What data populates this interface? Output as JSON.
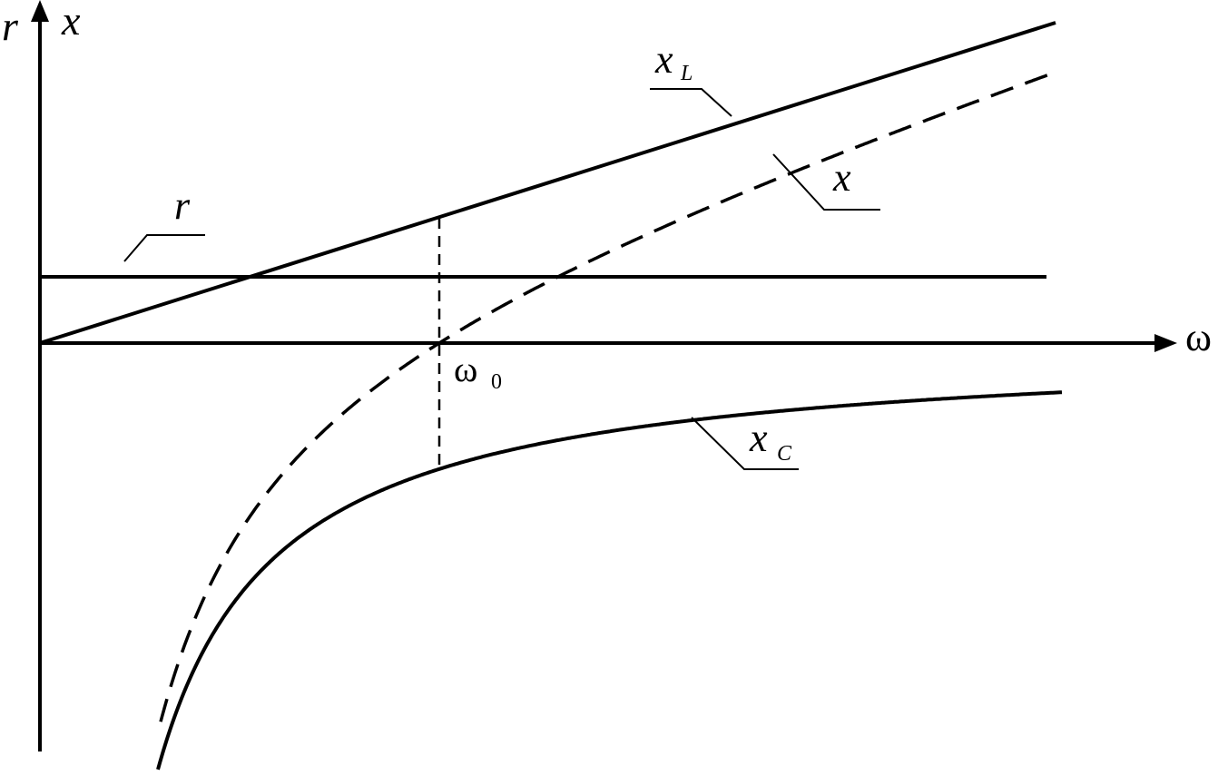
{
  "diagram": {
    "axis_labels": {
      "y_left": "r",
      "y_right": "x",
      "x": "ω"
    },
    "curve_labels": {
      "xL_main": "x",
      "xL_sub": "L",
      "x_total": "x",
      "xC_main": "x",
      "xC_sub": "C",
      "r": "r"
    },
    "resonance_label": {
      "main": "ω",
      "sub": "0"
    },
    "colors": {
      "ink": "#000000",
      "background": "#ffffff"
    }
  }
}
